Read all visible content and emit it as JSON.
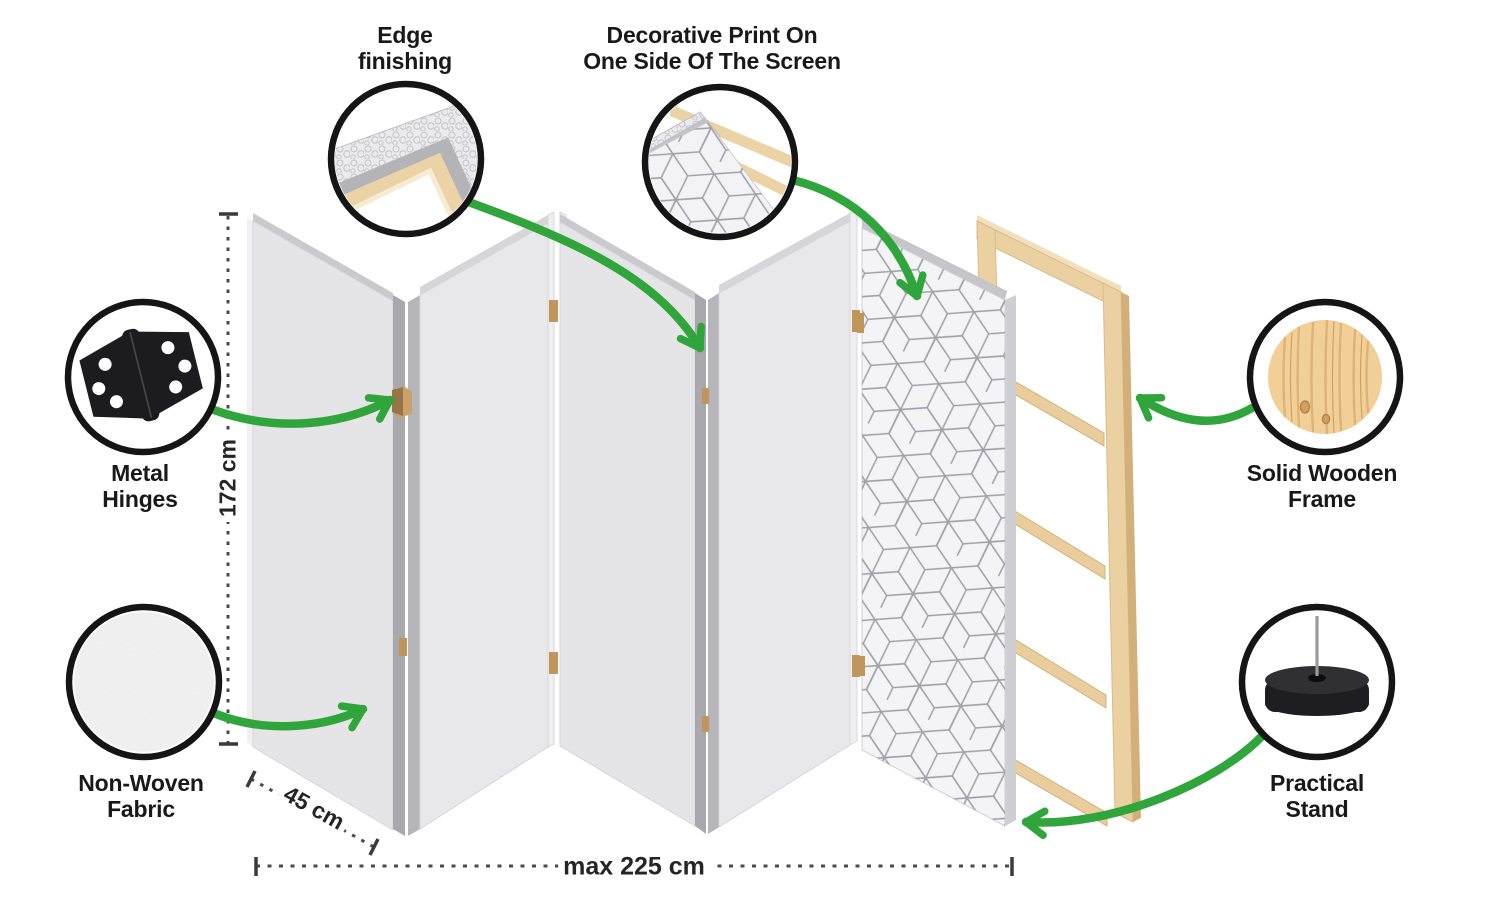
{
  "callouts": {
    "edge_finishing": {
      "lines": [
        "Edge",
        "finishing"
      ],
      "icon": "edge-corner-icon"
    },
    "decorative_print": {
      "lines": [
        "Decorative Print On",
        "One Side Of The Screen"
      ],
      "icon": "cube-pattern-corner-icon"
    },
    "metal_hinges": {
      "lines": [
        "Metal",
        "Hinges"
      ],
      "icon": "hinge-icon"
    },
    "non_woven_fabric": {
      "lines": [
        "Non-Woven",
        "Fabric"
      ],
      "icon": "fabric-texture-icon"
    },
    "solid_wooden_frame": {
      "lines": [
        "Solid Wooden",
        "Frame"
      ],
      "icon": "wood-texture-icon"
    },
    "practical_stand": {
      "lines": [
        "Practical",
        "Stand"
      ],
      "icon": "stand-icon"
    }
  },
  "dimensions": {
    "screen_height": "172 cm",
    "panel_width": "45 cm",
    "max_total_width": "max 225 cm"
  },
  "colors": {
    "arrow_green": "#2FA53B",
    "panel_face": "#E5E5E7",
    "panel_edge": "#A9A9AD",
    "pattern_line": "#9FA0A8",
    "wood_light": "#EBD0A1",
    "wood_shadow": "#D3B07A",
    "hinge_tan": "#C0955C",
    "ring_black": "#151515",
    "text": "#1A1A1A",
    "dash_gray": "#4A4A4C"
  }
}
